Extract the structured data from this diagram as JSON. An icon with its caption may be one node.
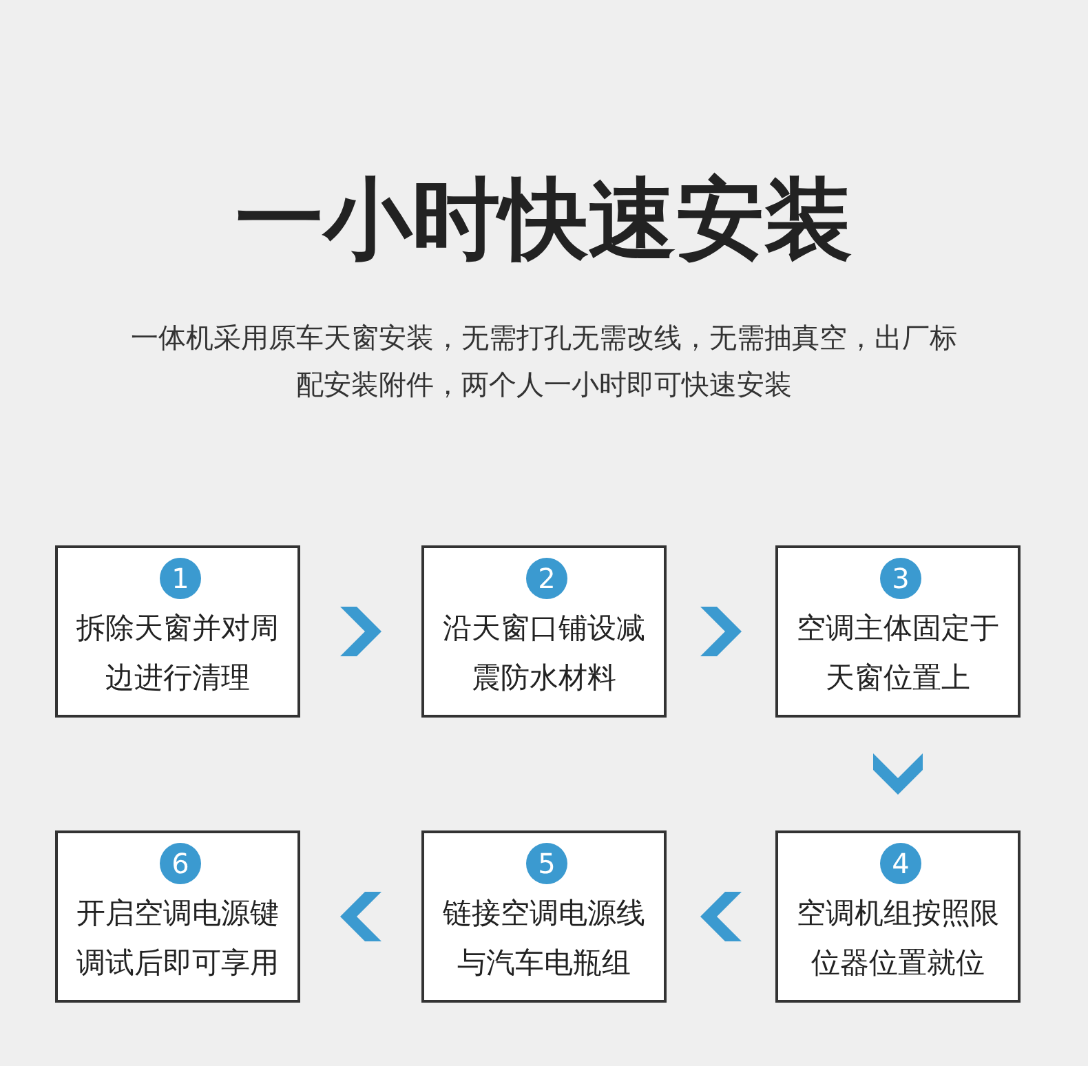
{
  "diagram": {
    "title": "一小时快速安装",
    "nodes": [
      {
        "text": [
          "1",
          "拆除天窗并对周边进行清理"
        ]
      },
      {
        "text": [
          "2",
          "沿天窗口铺设减震防水材料"
        ]
      },
      {
        "text": [
          "3",
          "空调主体固定于天窗位置上"
        ]
      },
      {
        "text": [
          "4",
          "空调机组按照限位器位置就位"
        ]
      },
      {
        "text": [
          "5",
          "链接空调电源线与汽车电瓶组"
        ]
      },
      {
        "text": [
          "6",
          "开启空调电源键调试后即可享用"
        ]
      }
    ],
    "edges": [
      {
        "from": 0,
        "to": 1,
        "arrow": "to"
      },
      {
        "from": 1,
        "to": 2,
        "arrow": "to"
      },
      {
        "from": 2,
        "to": 3,
        "arrow": "to"
      },
      {
        "from": 3,
        "to": 4,
        "arrow": "to"
      },
      {
        "from": 4,
        "to": 5,
        "arrow": "to"
      }
    ],
    "labels": [
      "一体机采用原车天窗安装，无需打孔无需改线，无需抽真空，出厂标配安装附件，两个人一小时即可快速安装"
    ]
  }
}
